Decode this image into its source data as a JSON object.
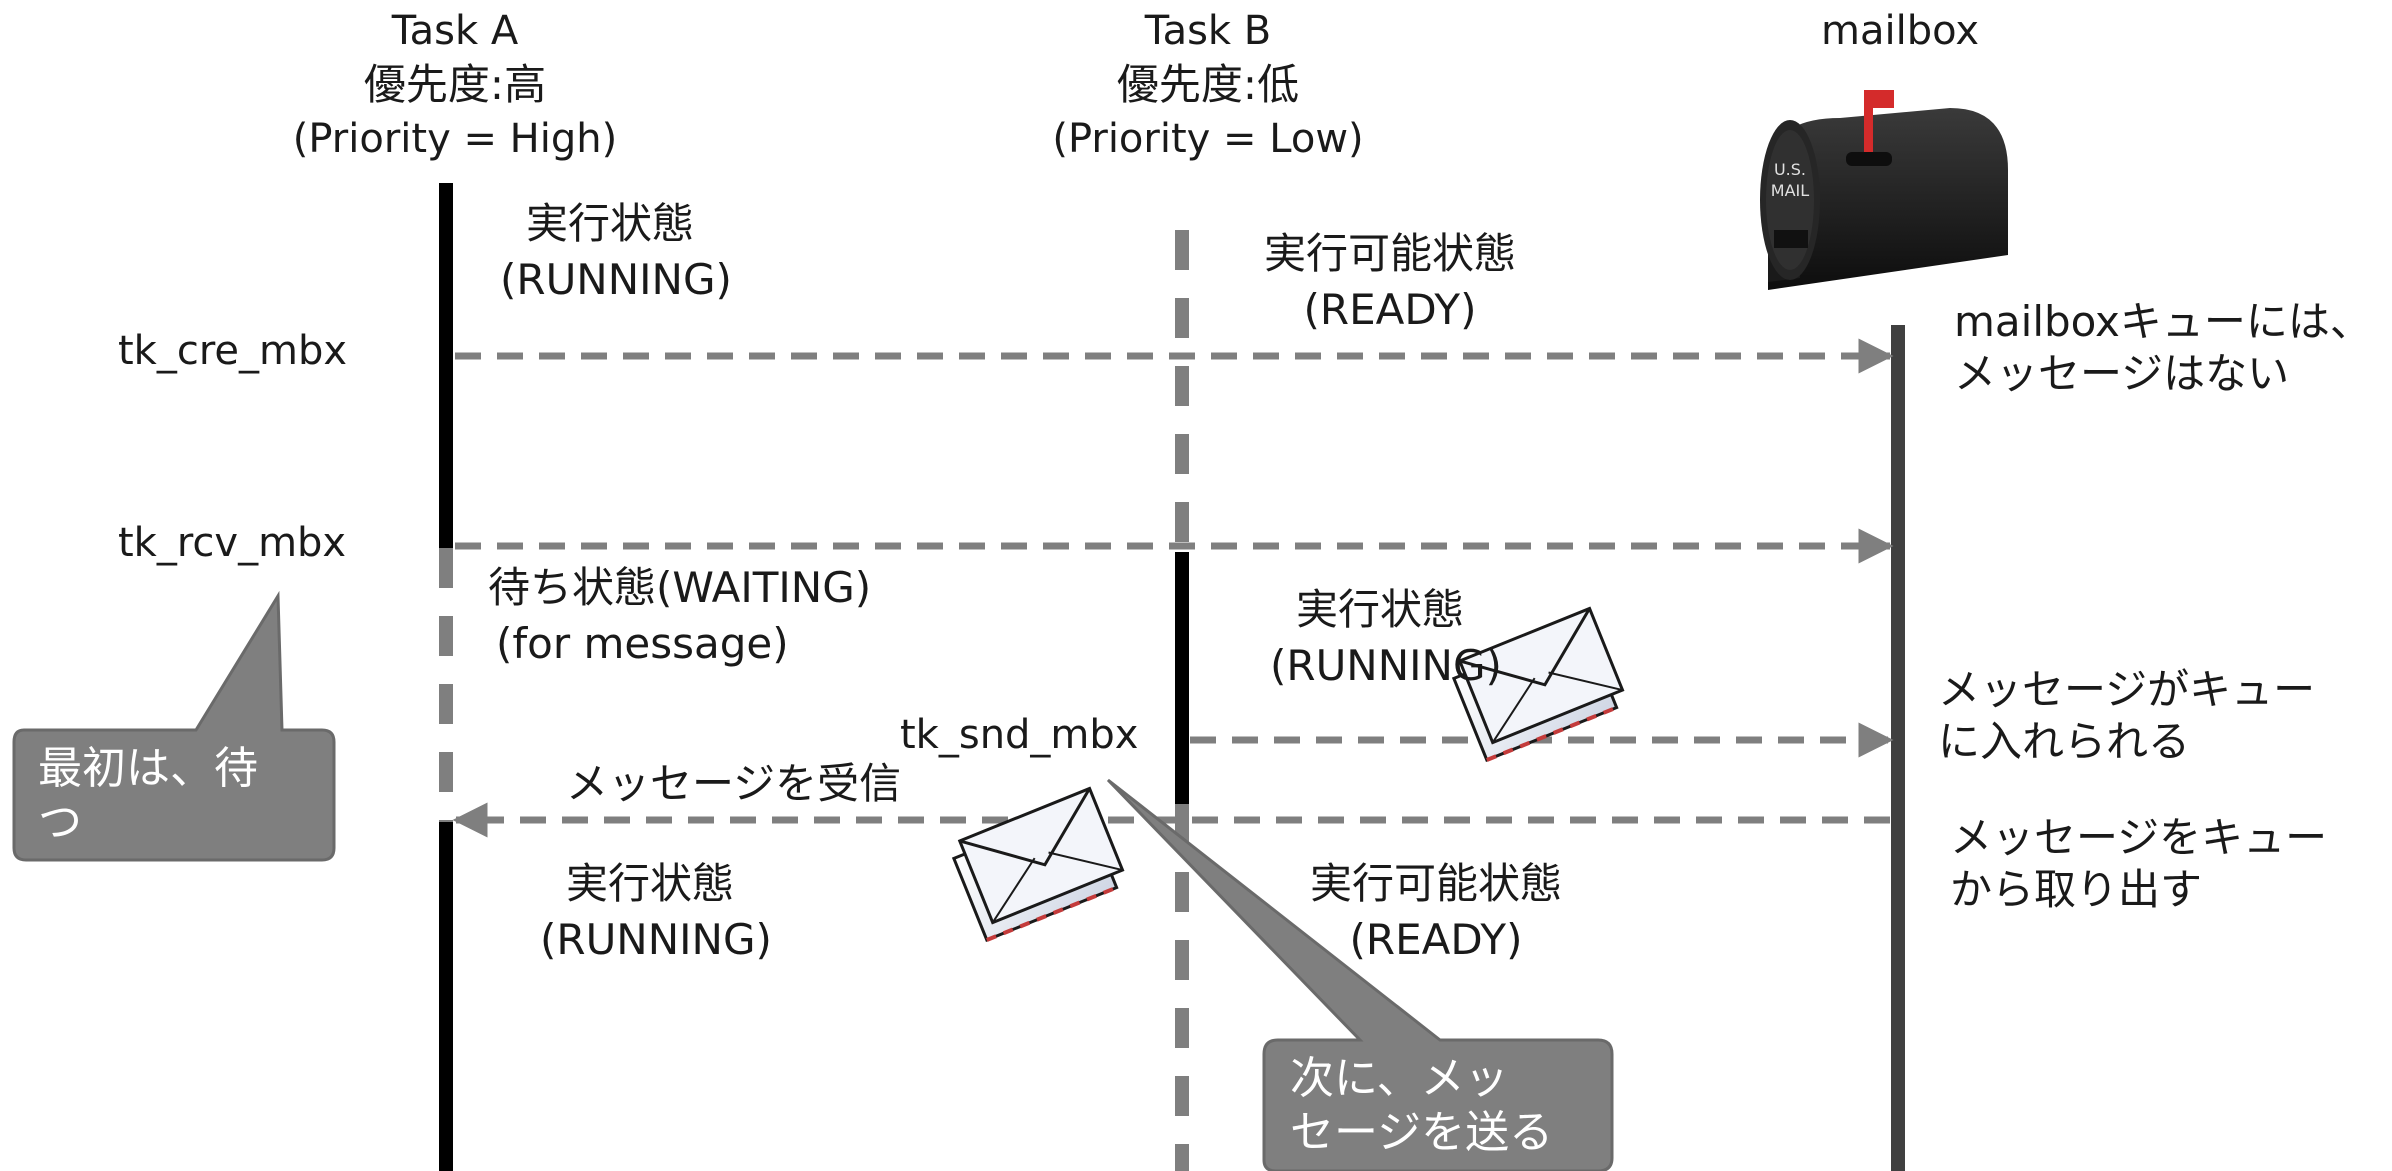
{
  "headers": {
    "task_a": {
      "name": "Task A",
      "priority_jp": "優先度:高",
      "priority_en": "(Priority = High)"
    },
    "task_b": {
      "name": "Task B",
      "priority_jp": "優先度:低",
      "priority_en": "(Priority = Low)"
    },
    "mailbox": {
      "name": "mailbox",
      "icon_text": "U.S. MAIL"
    }
  },
  "calls": {
    "cre": "tk_cre_mbx",
    "rcv": "tk_rcv_mbx",
    "snd": "tk_snd_mbx"
  },
  "states": {
    "a_running_1": {
      "jp": "実行状態",
      "en": "(RUNNING)"
    },
    "b_ready_1": {
      "jp": "実行可能状態",
      "en": "(READY)"
    },
    "a_waiting": {
      "jp": "待ち状態(WAITING)",
      "en": "(for message)"
    },
    "b_running": {
      "jp": "実行状態",
      "en": "(RUNNING)"
    },
    "a_running_2": {
      "jp": "実行状態",
      "en": "(RUNNING)"
    },
    "b_ready_2": {
      "jp": "実行可能状態",
      "en": "(READY)"
    }
  },
  "messages": {
    "receive": "メッセージを受信"
  },
  "annotations": {
    "queue_empty": [
      "mailboxキューには、",
      "メッセージはない"
    ],
    "queued": [
      "メッセージがキュー",
      "に入れられる"
    ],
    "dequeued": [
      "メッセージをキュー",
      "から取り出す"
    ]
  },
  "callouts": {
    "first_wait": [
      "最初は、待",
      "つ"
    ],
    "then_send": [
      "次に、メッ",
      "セージを送る"
    ]
  },
  "colors": {
    "running_line": "#000000",
    "waiting_line": "#7f7f7f",
    "arrow": "#7f7f7f",
    "mailbox_line": "#404040",
    "callout_fill": "#7f7f7f",
    "flag": "#d42b2b"
  }
}
